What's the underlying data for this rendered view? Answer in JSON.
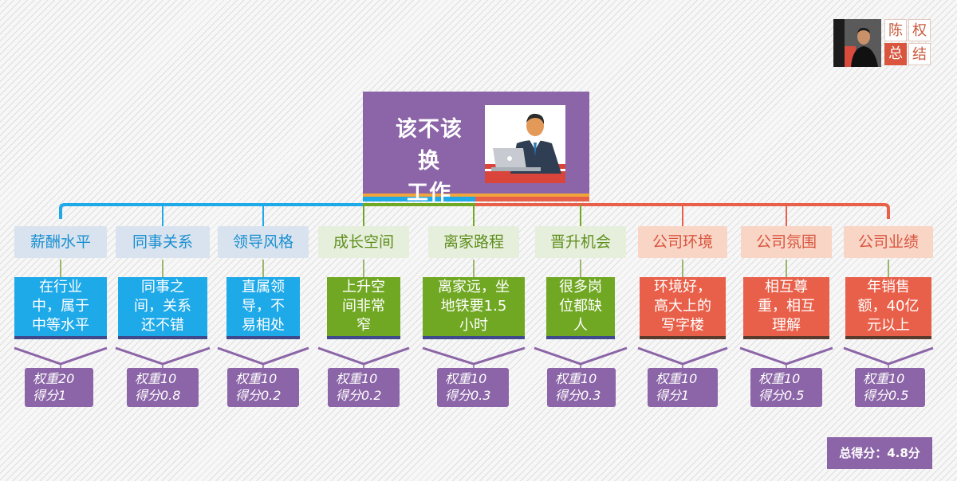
{
  "center": {
    "title_line1": "该不该换",
    "title_line2": "工作"
  },
  "brand": {
    "c1": "陈",
    "c2": "权",
    "c3": "总",
    "c4": "结"
  },
  "colors": {
    "blue": "#1ea9e9",
    "green": "#71a823",
    "orange": "#e9604a",
    "purple": "#8b65a7"
  },
  "nodes": [
    {
      "label": "薪酬水平",
      "desc1": "在行业",
      "desc2": "中，属于",
      "desc3": "中等水平",
      "w": "权重20",
      "s": "得分1"
    },
    {
      "label": "同事关系",
      "desc1": "同事之",
      "desc2": "间，关系",
      "desc3": "还不错",
      "w": "权重10",
      "s": "得分0.8"
    },
    {
      "label": "领导风格",
      "desc1": "直属领",
      "desc2": "导，不",
      "desc3": "易相处",
      "w": "权重10",
      "s": "得分0.2"
    },
    {
      "label": "成长空间",
      "desc1": "上升空",
      "desc2": "间非常",
      "desc3": "窄",
      "w": "权重10",
      "s": "得分0.2"
    },
    {
      "label": "离家路程",
      "desc1": "离家远，坐",
      "desc2": "地铁要1.5",
      "desc3": "小时",
      "w": "权重10",
      "s": "得分0.3"
    },
    {
      "label": "晋升机会",
      "desc1": "很多岗",
      "desc2": "位都缺",
      "desc3": "人",
      "w": "权重10",
      "s": "得分0.3"
    },
    {
      "label": "公司环境",
      "desc1": "环境好，",
      "desc2": "高大上的",
      "desc3": "写字楼",
      "w": "权重10",
      "s": "得分1"
    },
    {
      "label": "公司氛围",
      "desc1": "相互尊",
      "desc2": "重，相互",
      "desc3": "理解",
      "w": "权重10",
      "s": "得分0.5"
    },
    {
      "label": "公司业绩",
      "desc1": "年销售",
      "desc2": "额，40亿",
      "desc3": "元以上",
      "w": "权重10",
      "s": "得分0.5"
    }
  ],
  "total": "总得分：4.8分"
}
